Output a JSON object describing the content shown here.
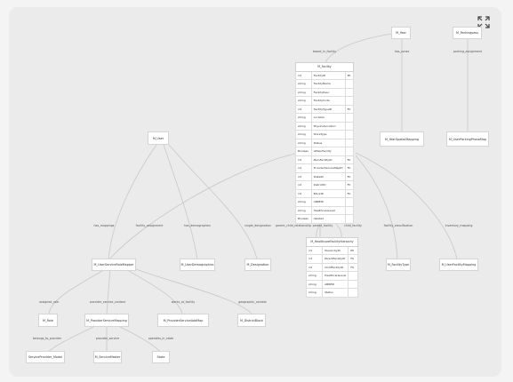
{
  "nodes": {
    "year": "M_Year",
    "parking_pass": "M_Parkingpass",
    "user": "M_User",
    "year_spatial_mapping": "M_YearSpatialMapping",
    "user_parking_phase_map": "M_UserParkingPhaseMap",
    "user_service_role_mapper": "M_UserServiceRoleMapper",
    "user_demographics": "M_UserDemographics",
    "designation": "M_Designation",
    "facility_type": "M_FacilityType",
    "user_facility_mapping": "M_UserFacilityMapping",
    "role": "M_Role",
    "provider_service_mapping": "M_ProviderServiceMapping",
    "provider_service_add_map": "M_ProviderServiceAddMap",
    "district_block": "M_DistrictBlock",
    "service_provider_model": "ServiceProvider_Model",
    "service_master": "M_ServiceMaster",
    "state": "State"
  },
  "facility": {
    "title": "M_Facility",
    "rows": [
      [
        "int",
        "FacilityID",
        "PK"
      ],
      [
        "string",
        "FacilityName",
        ""
      ],
      [
        "string",
        "FacilityDesc",
        ""
      ],
      [
        "string",
        "FacilityCode",
        ""
      ],
      [
        "int",
        "FacilityTypeID",
        "FK"
      ],
      [
        "string",
        "Location",
        ""
      ],
      [
        "string",
        "PhysicalLocation",
        ""
      ],
      [
        "string",
        "StoreType",
        ""
      ],
      [
        "string",
        "Status",
        ""
      ],
      [
        "Boolean",
        "isMainFacility",
        ""
      ],
      [
        "int",
        "MainFacilityID",
        "FK"
      ],
      [
        "int",
        "ProviderServiceMapID",
        "FK"
      ],
      [
        "int",
        "StateID",
        "FK"
      ],
      [
        "int",
        "DistrictID",
        "FK"
      ],
      [
        "int",
        "BlockID",
        "FK"
      ],
      [
        "string",
        "ABREID",
        ""
      ],
      [
        "string",
        "HealthcareLevel",
        ""
      ],
      [
        "Boolean",
        "deleted",
        ""
      ]
    ]
  },
  "hierarchy": {
    "title": "M_HealthcareFacilityHierarchy",
    "rows": [
      [
        "int",
        "HierarchyID",
        "PK"
      ],
      [
        "int",
        "ParentFacilityID",
        "FK"
      ],
      [
        "int",
        "ChildFacilityID",
        "FK"
      ],
      [
        "string",
        "HealthcareLevel",
        ""
      ],
      [
        "string",
        "ABREID",
        ""
      ],
      [
        "string",
        "Status",
        ""
      ]
    ]
  },
  "edge_labels": {
    "based_in_facility": "based_in_facility",
    "has_zones": "has_zones",
    "parking_assignment": "parking_assignment",
    "has_mappings": "has_mappings",
    "facility_assignment": "facility_assignment",
    "has_demographics": "has_demographics",
    "single_designation": "single_designation",
    "parent_child_relationship": "parent_child_relationship",
    "parent_facility": "parent_facility",
    "child_facility": "child_facility",
    "facility_classification": "facility_classification",
    "inventory_mapping": "inventory_mapping",
    "assigned_role": "assigned_role",
    "provider_service_context": "provider_service_context",
    "works_at_facility": "works_at_facility",
    "geographic_context": "geographic_context",
    "belongs_to_provider": "belongs_to_provider",
    "provider_service": "provider_service",
    "operates_in_state": "operates_in_state"
  }
}
